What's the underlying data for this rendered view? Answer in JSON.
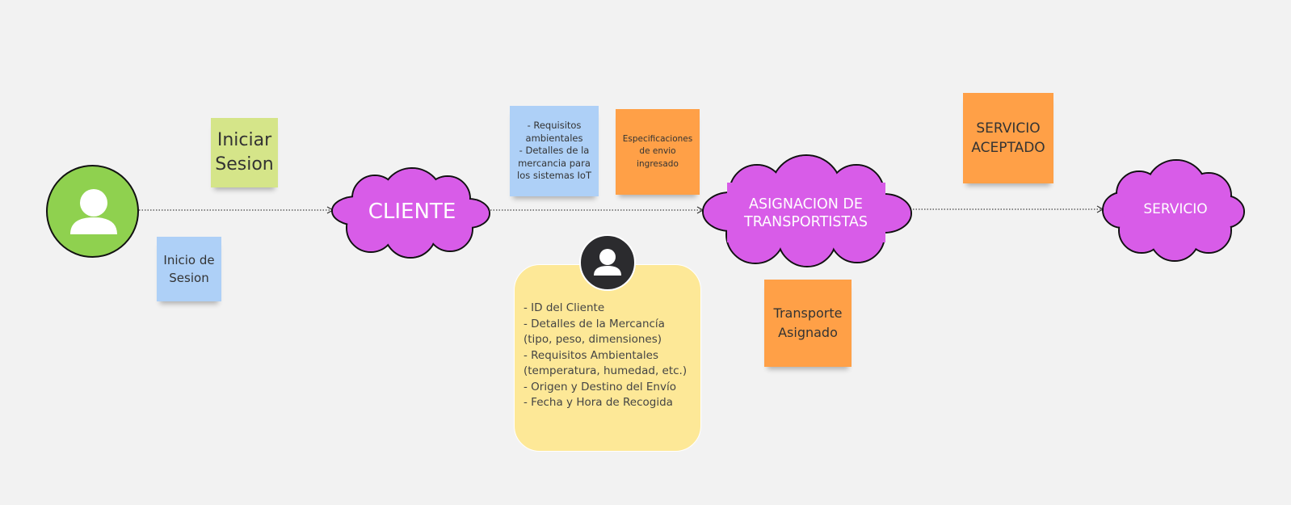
{
  "nodes": {
    "cliente": "CLIENTE",
    "asignacion": "ASIGNACION DE\nTRANSPORTISTAS",
    "servicio": "SERVICIO"
  },
  "notes": {
    "iniciar_sesion": "Iniciar\nSesion",
    "inicio_de_sesion": "Inicio de\nSesion",
    "requisitos": "- Requisitos\nambientales\n- Detalles de la\nmercancia para\nlos sistemas IoT",
    "especificaciones": "Especificaciones\nde envio\ningresado",
    "transporte_asignado": "Transporte\nAsignado",
    "servicio_aceptado": "SERVICIO\nACEPTADO"
  },
  "details_card": {
    "items": [
      "- ID del Cliente",
      "- Detalles de la Mercancía (tipo, peso, dimensiones)",
      "- Requisitos Ambientales (temperatura, humedad, etc.)",
      "- Origen y Destino del Envío",
      "- Fecha y Hora de Recogida"
    ]
  },
  "icons": {
    "user_avatar": "user-icon",
    "data_card_avatar": "user-icon",
    "connector_arrow": "arrow-right-icon"
  },
  "colors": {
    "background": "#f2f2f2",
    "cloud_fill": "#d85ce8",
    "user_avatar_fill": "#8fd14f",
    "card_avatar_fill": "#2b2b2e",
    "green_note": "#d5e589",
    "blue_note": "#aed0f7",
    "orange_note": "#ffa047",
    "yellow_card": "#fde897"
  }
}
